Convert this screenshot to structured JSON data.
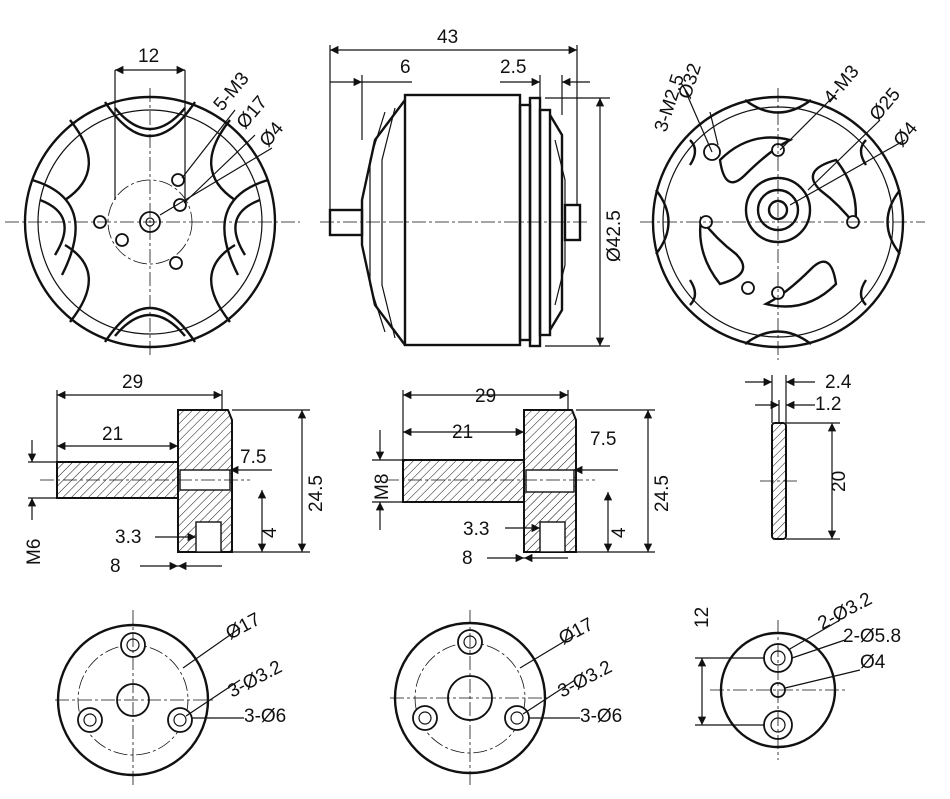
{
  "front_view": {
    "dim_12": "12",
    "dim_5m3": "5-M3",
    "dim_d17": "Ø17",
    "dim_d4": "Ø4"
  },
  "side_view": {
    "dim_43": "43",
    "dim_6": "6",
    "dim_2_5": "2.5",
    "dim_d42_5": "Ø42.5"
  },
  "rear_view": {
    "dim_d32": "Ø32",
    "dim_3m2_5": "3-M2.5",
    "dim_4m3": "4-M3",
    "dim_d25": "Ø25",
    "dim_d4": "Ø4"
  },
  "adapter_m6": {
    "dim_29": "29",
    "dim_21": "21",
    "dim_7_5": "7.5",
    "dim_24_5": "24.5",
    "dim_4": "4",
    "dim_3_3": "3.3",
    "dim_8": "8",
    "thread": "M6"
  },
  "adapter_m8": {
    "dim_29": "29",
    "dim_21": "21",
    "dim_7_5": "7.5",
    "dim_24_5": "24.5",
    "dim_4": "4",
    "dim_3_3": "3.3",
    "dim_8": "8",
    "thread": "M8"
  },
  "washer": {
    "dim_2_4": "2.4",
    "dim_1_2": "1.2",
    "dim_20": "20"
  },
  "flange_m6": {
    "dim_d17": "Ø17",
    "dim_3d3_2": "3-Ø3.2",
    "dim_3d6": "3-Ø6"
  },
  "flange_m8": {
    "dim_d17": "Ø17",
    "dim_3d3_2": "3-Ø3.2",
    "dim_3d6": "3-Ø6"
  },
  "small_plate": {
    "dim_12": "12",
    "dim_2d3_2": "2-Ø3.2",
    "dim_2d5_8": "2-Ø5.8",
    "dim_d4": "Ø4"
  }
}
